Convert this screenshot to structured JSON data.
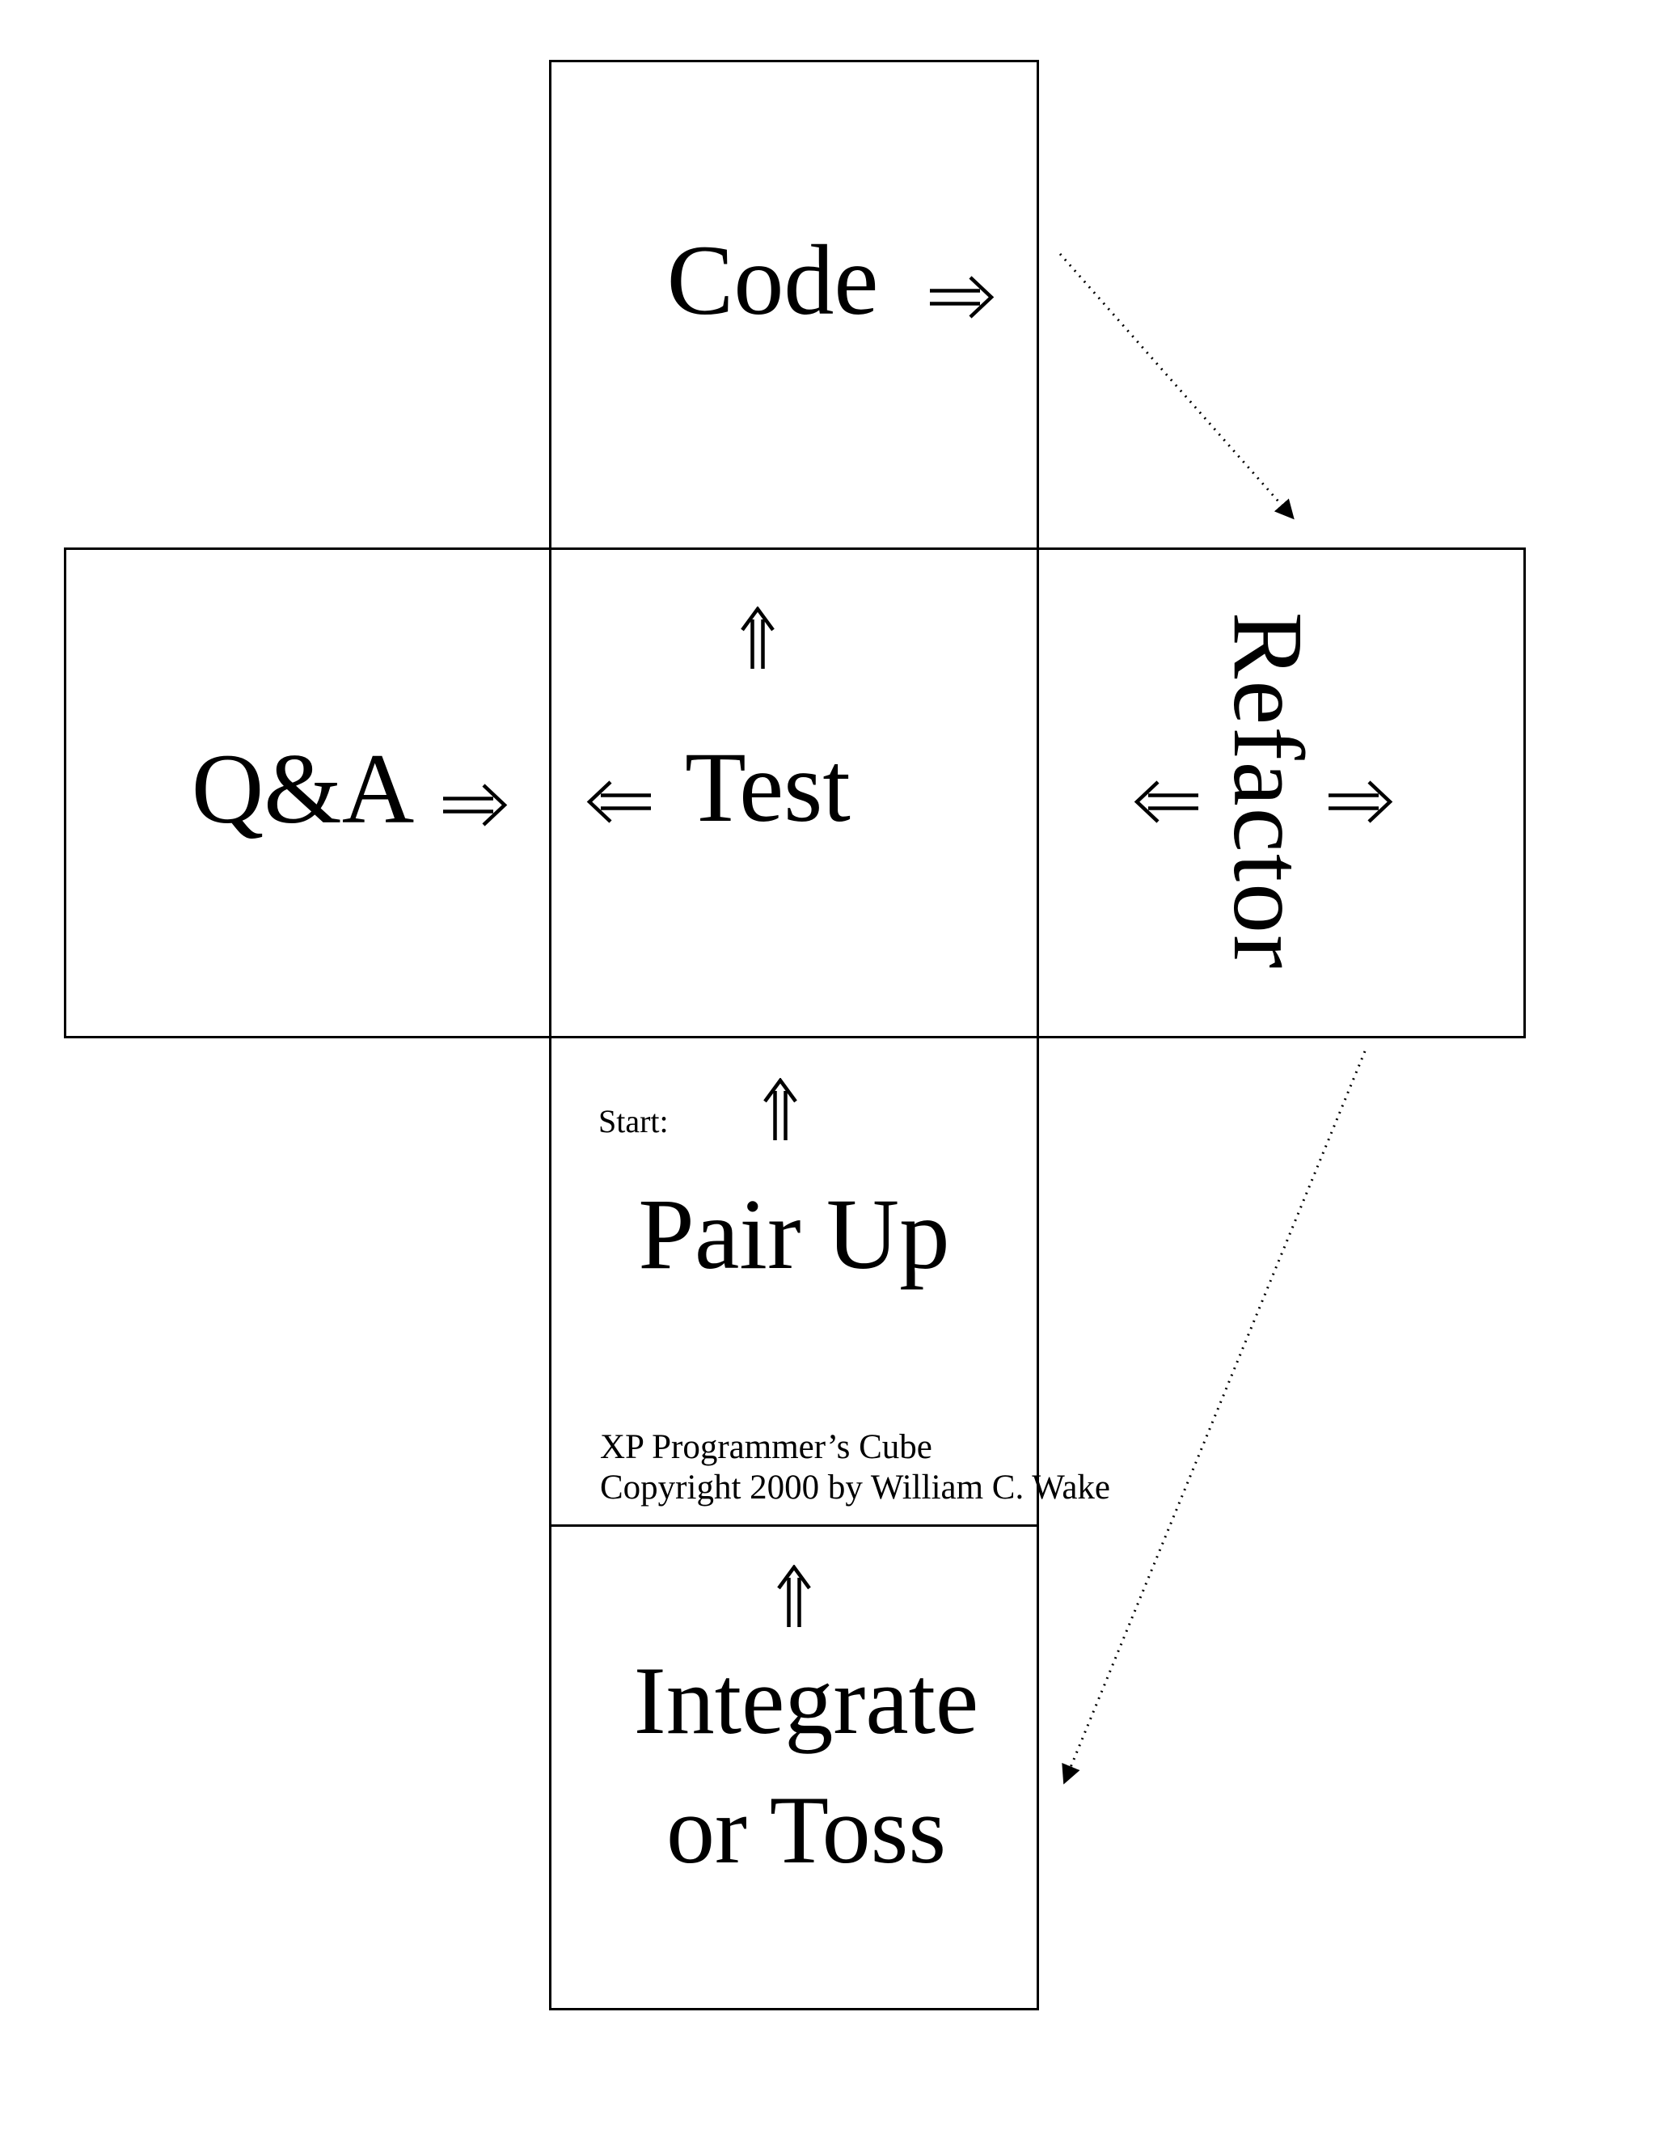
{
  "page": {
    "background": "#ffffff",
    "ink_color": "#000000"
  },
  "panels": {
    "code": {
      "label": "Code"
    },
    "qa": {
      "label": "Q&A"
    },
    "test": {
      "label": "Test"
    },
    "refactor": {
      "label": "Refactor"
    },
    "pair_up": {
      "start_label": "Start:",
      "label": "Pair Up"
    },
    "integrate": {
      "label_line1": "Integrate",
      "label_line2": "or Toss"
    }
  },
  "footnote": {
    "line1": "XP Programmer’s Cube",
    "line2": "Copyright 2000 by William C. Wake"
  },
  "icons": {
    "double_arrow_right": "⇒",
    "double_arrow_left": "⇐",
    "double_arrow_up": "⇑",
    "dotted_arrow_code_to_refactor": "diagonal dotted arrow, Code → Refactor",
    "dotted_arrow_refactor_to_integrate": "diagonal dotted arrow, Refactor → Integrate or Toss"
  }
}
